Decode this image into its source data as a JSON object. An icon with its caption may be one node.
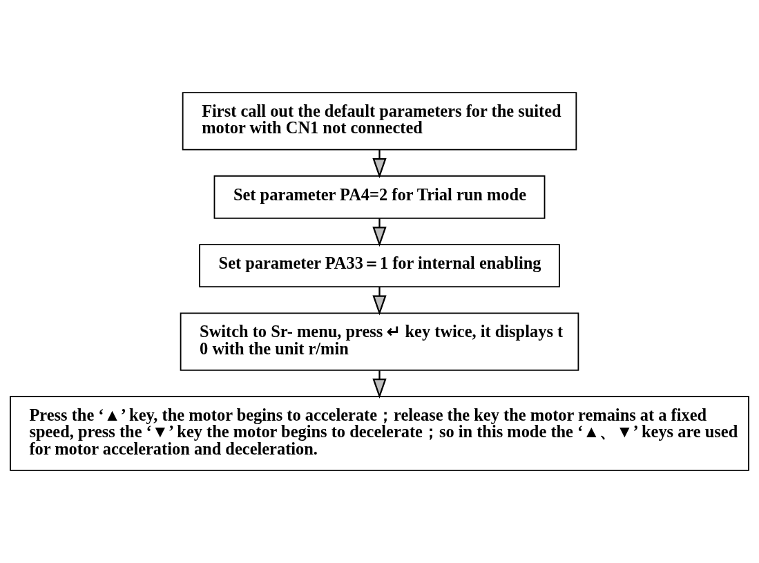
{
  "diagram": {
    "nodes": [
      {
        "text": [
          "First call out the default parameters for the suited motor with CN1 not connected"
        ]
      },
      {
        "text": [
          "Set parameter PA4=2 for Trial run mode"
        ]
      },
      {
        "text": [
          "Set parameter PA33＝1 for internal enabling"
        ]
      },
      {
        "text": [
          "Switch to Sr- menu, press ↵ key twice, it displays t 0 with the unit r/min"
        ]
      },
      {
        "text": [
          "Press the ‘▲’ key, the motor begins to accelerate；release the key the motor remains at a fixed speed, press the ‘▼’ key the motor begins to decelerate；so in this mode the ‘▲、▼’ keys are used for motor acceleration and deceleration."
        ]
      }
    ],
    "edges": [
      {
        "from": 0,
        "to": 1,
        "arrow": "to"
      },
      {
        "from": 1,
        "to": 2,
        "arrow": "to"
      },
      {
        "from": 2,
        "to": 3,
        "arrow": "to"
      },
      {
        "from": 3,
        "to": 4,
        "arrow": "to"
      }
    ]
  }
}
